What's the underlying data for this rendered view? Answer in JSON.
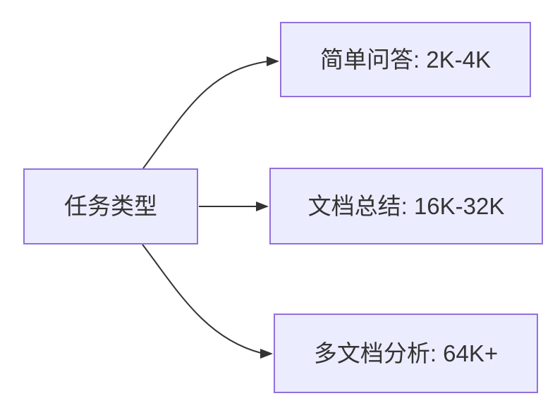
{
  "diagram": {
    "type": "flowchart-left-to-right",
    "root": {
      "id": "task-type",
      "label": "任务类型"
    },
    "nodes": [
      {
        "id": "simple-qa",
        "label": "简单问答: 2K-4K"
      },
      {
        "id": "doc-summary",
        "label": "文档总结: 16K-32K"
      },
      {
        "id": "multi-doc",
        "label": "多文档分析: 64K+"
      }
    ],
    "edges": [
      {
        "from": "任务类型",
        "to": "简单问答: 2K-4K",
        "style": "curved-up",
        "arrow": "filled-triangle"
      },
      {
        "from": "任务类型",
        "to": "文档总结: 16K-32K",
        "style": "straight",
        "arrow": "filled-triangle"
      },
      {
        "from": "任务类型",
        "to": "多文档分析: 64K+",
        "style": "curved-down",
        "arrow": "filled-triangle"
      }
    ],
    "colors": {
      "node_fill": "#ECECFF",
      "node_border": "#9370DB",
      "edge": "#333333",
      "text": "#333333",
      "background": "#FFFFFF"
    }
  }
}
